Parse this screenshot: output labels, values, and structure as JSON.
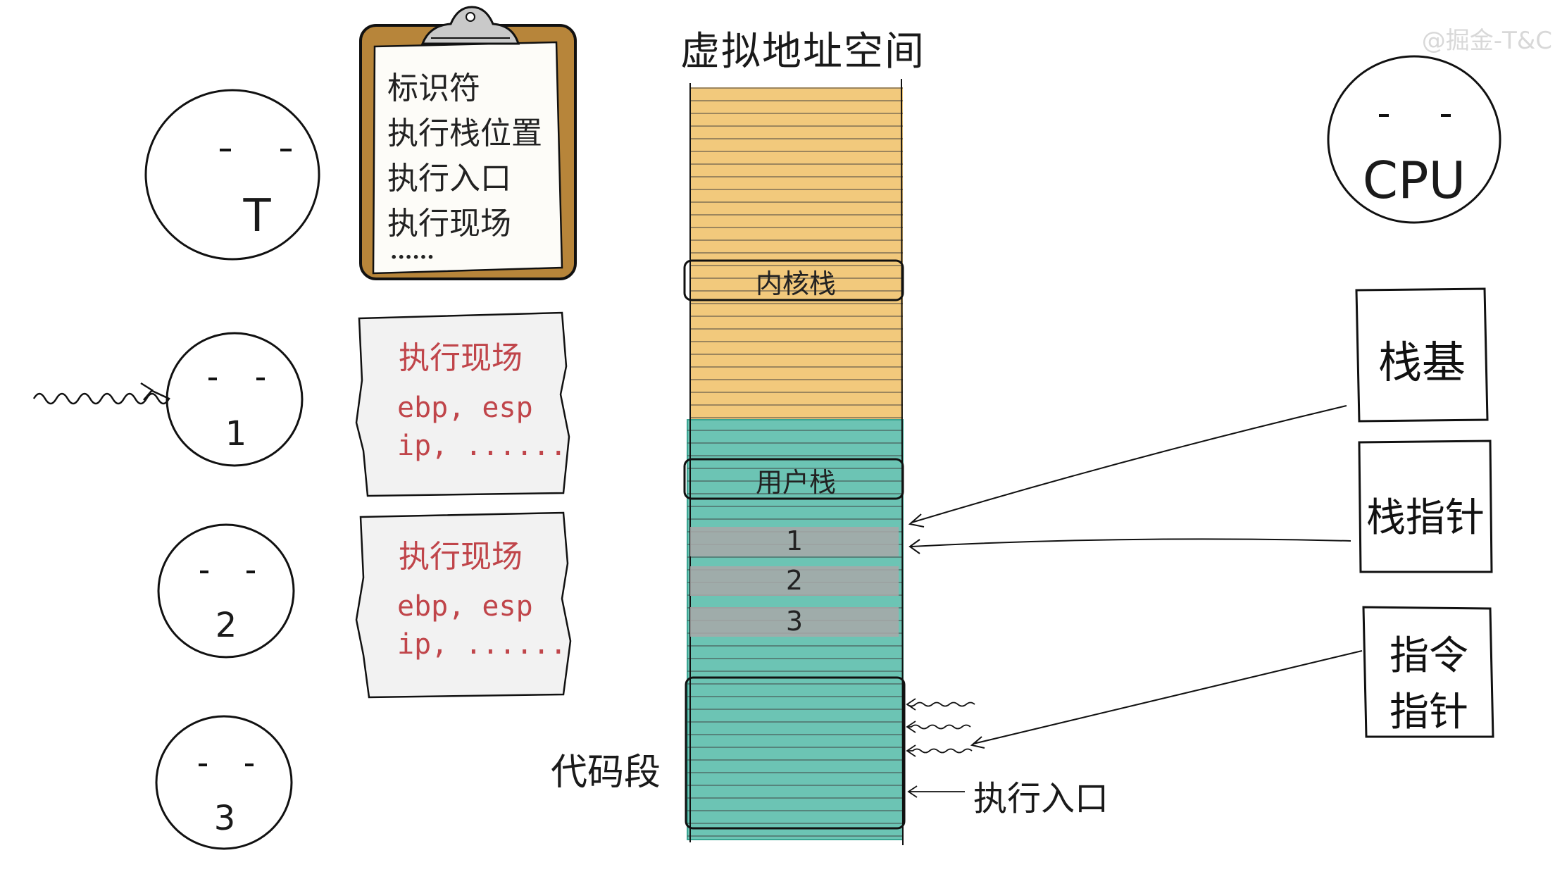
{
  "title": "虚拟地址空间",
  "watermark": "@掘金-T&C",
  "clipboard": {
    "lines": [
      "标识符",
      "执行栈位置",
      "执行入口",
      "执行现场"
    ],
    "ellipsis": "......"
  },
  "threads": [
    {
      "label": "T"
    },
    {
      "label": "1"
    },
    {
      "label": "2"
    },
    {
      "label": "3"
    }
  ],
  "contexts": [
    {
      "title": "执行现场",
      "regs": "ebp, esp",
      "ip": "ip, ......"
    },
    {
      "title": "执行现场",
      "regs": "ebp, esp",
      "ip": "ip, ......"
    }
  ],
  "memory": {
    "kernel_stack": "内核栈",
    "user_stack": "用户栈",
    "frames": [
      "1",
      "2",
      "3"
    ],
    "code_segment": "代码段",
    "entry_label": "执行入口",
    "colors": {
      "kernel": "#f2c97c",
      "user": "#6cc4b4",
      "frame": "#a8a8a8"
    }
  },
  "cpu": {
    "label": "CPU",
    "registers": [
      {
        "lines": [
          "栈基"
        ]
      },
      {
        "lines": [
          "栈指针"
        ]
      },
      {
        "lines": [
          "指令",
          "指针"
        ]
      }
    ]
  }
}
